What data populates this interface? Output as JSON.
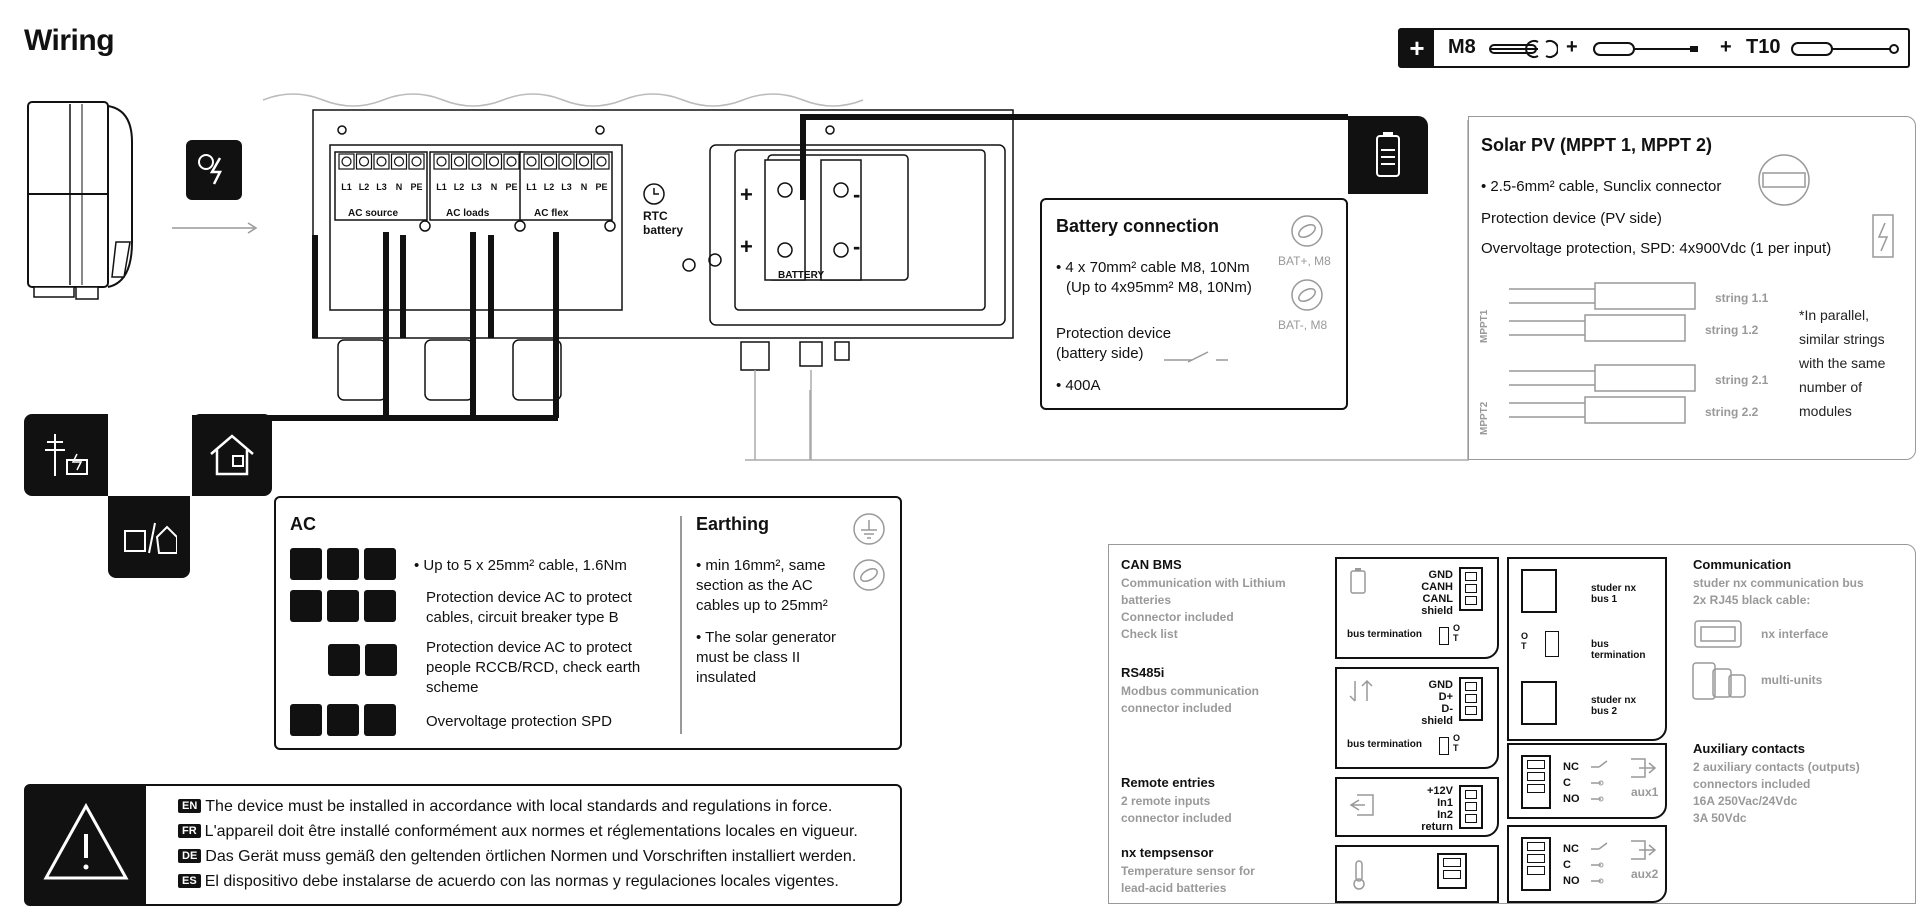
{
  "page_title": "Wiring",
  "tools": {
    "t1": "M8",
    "t2": "T10"
  },
  "device": {
    "ac_terminals": [
      "L1",
      "L2",
      "L3",
      "N",
      "PE"
    ],
    "ac_source": "AC source",
    "ac_loads": "AC loads",
    "ac_flex": "AC flex",
    "rtc": "RTC battery",
    "battery_label": "BATTERY",
    "plus": "+",
    "minus": "-"
  },
  "battery": {
    "title": "Battery connection",
    "line1": "• 4 x 70mm² cable M8, 10Nm",
    "line2": "(Up to 4x95mm² M8, 10Nm)",
    "prot1": "Protection device",
    "prot2": "(battery side)",
    "value": "• 400A",
    "bat_plus": "BAT+, M8",
    "bat_minus": "BAT-, M8"
  },
  "solar": {
    "title": "Solar  PV (MPPT 1, MPPT 2)",
    "line1": "• 2.5-6mm² cable, Sunclix connector",
    "line2": "Protection device (PV side)",
    "line3": "Overvoltage protection, SPD: 4x900Vdc (1 per input)",
    "mppt1": "MPPT1",
    "mppt2": "MPPT2",
    "strings": [
      "string 1.1",
      "string 1.2",
      "string 2.1",
      "string 2.2"
    ],
    "note": [
      "*In parallel,",
      "similar strings",
      "with the same",
      "number of",
      "modules"
    ]
  },
  "ac": {
    "title": "AC",
    "items": [
      "• Up to 5 x 25mm² cable, 1.6Nm",
      "Protection device AC to protect cables, circuit breaker type B",
      "Protection device AC to protect people RCCB/RCD, check earth scheme",
      "Overvoltage protection SPD"
    ]
  },
  "earthing": {
    "title": "Earthing",
    "items": [
      "• min 16mm², same section as the AC cables up to 25mm²",
      "• The solar generator must be class II insulated"
    ]
  },
  "warnings": [
    {
      "code": "EN",
      "text": "The device must be installed in accordance with local standards and regulations in force."
    },
    {
      "code": "FR",
      "text": "L'appareil doit être installé conformément aux normes et réglementations locales en vigueur."
    },
    {
      "code": "DE",
      "text": "Das Gerät muss gemäß den geltenden örtlichen Normen und Vorschriften installiert werden."
    },
    {
      "code": "ES",
      "text": "El dispositivo debe instalarse de acuerdo con las normas y regulaciones locales vigentes."
    }
  ],
  "comm": {
    "can": {
      "title": "CAN BMS",
      "lines": [
        "Communication with Lithium",
        "batteries",
        "Connector included",
        "Check list"
      ],
      "pins": [
        "GND",
        "CANH",
        "CANL",
        "shield"
      ],
      "term": "bus termination"
    },
    "rs485": {
      "title": "RS485i",
      "lines": [
        "Modbus communication",
        "connector included"
      ],
      "pins": [
        "GND",
        "D+",
        "D-",
        "shield"
      ],
      "term": "bus termination"
    },
    "remote": {
      "title": "Remote entries",
      "lines": [
        "2 remote inputs",
        "connector included"
      ],
      "pins": [
        "+12V",
        "In1",
        "In2",
        "return"
      ]
    },
    "temp": {
      "title": "nx tempsensor",
      "lines": [
        "Temperature sensor for",
        "lead-acid batteries"
      ]
    },
    "bus1": "studer nx bus 1",
    "bus_term": "bus termination",
    "bus2": "studer nx bus 2",
    "aux_pins": [
      "NC",
      "C",
      "NO"
    ],
    "aux1": "aux1",
    "aux2": "aux2",
    "communication": {
      "title": "Communication",
      "lines": [
        "studer nx communication bus",
        "2x RJ45 black cable:"
      ],
      "nx_interface": "nx interface",
      "multi_units": "multi-units"
    },
    "auxiliary": {
      "title": "Auxiliary contacts",
      "lines": [
        "2 auxiliary contacts (outputs)",
        "connectors included",
        "16A 250Vac/24Vdc",
        "3A 50Vdc"
      ]
    }
  },
  "switch_labels": {
    "o": "O",
    "t": "T"
  }
}
